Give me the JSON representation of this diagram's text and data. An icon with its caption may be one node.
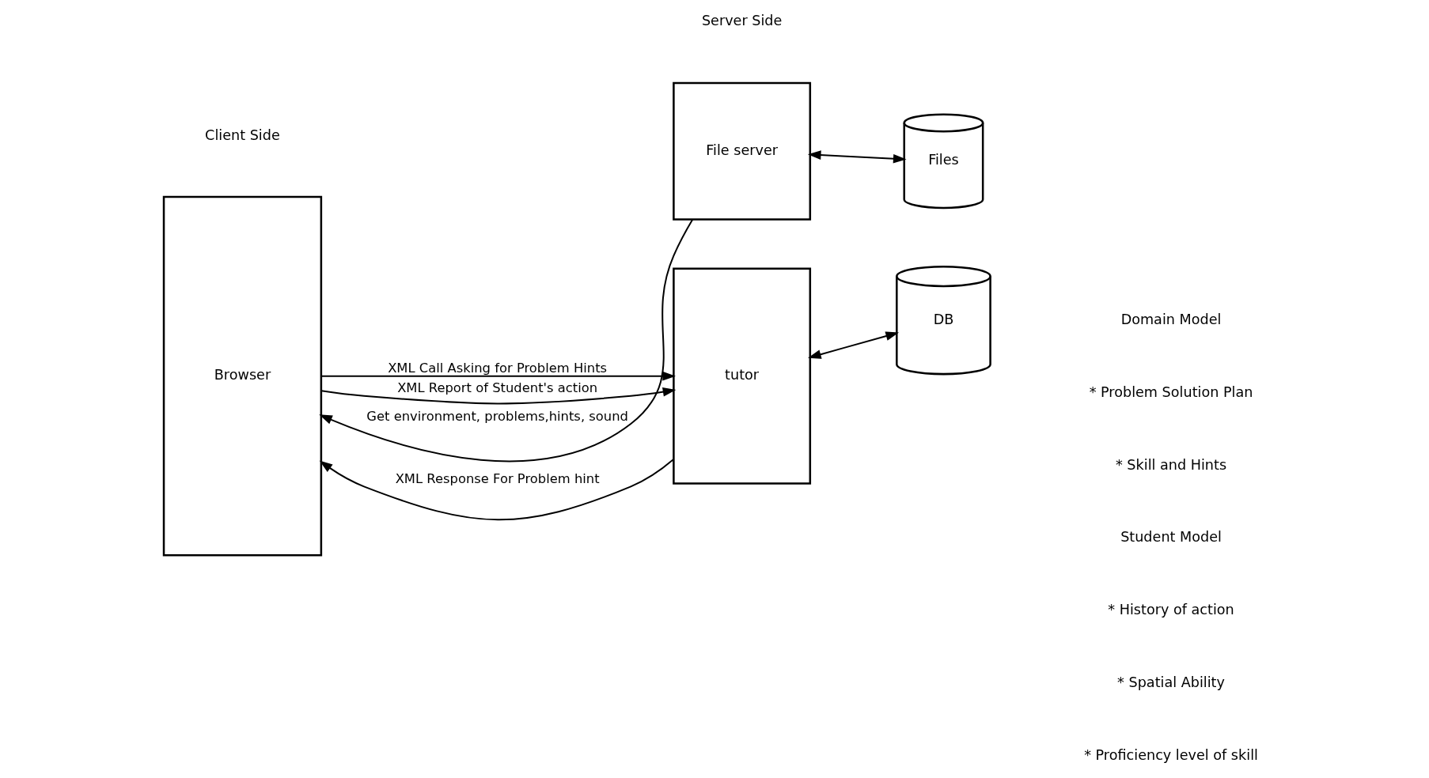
{
  "diagram": {
    "nodes": [
      {
        "text": [
          "Browser"
        ]
      },
      {
        "text": [
          "File server"
        ]
      },
      {
        "text": [
          "Files"
        ]
      },
      {
        "text": [
          "tutor"
        ]
      },
      {
        "text": [
          "DB"
        ]
      }
    ],
    "edges": [
      {
        "from": 1,
        "to": 0,
        "arrow": "to",
        "label": "Get environment, problems,hints, sound"
      },
      {
        "from": 1,
        "to": 2,
        "arrow": "both"
      },
      {
        "from": 0,
        "to": 3,
        "arrow": "to",
        "label": "XML Call Asking for Problem Hints"
      },
      {
        "from": 3,
        "to": 0,
        "arrow": "to",
        "label": "XML Response For Problem hint"
      },
      {
        "from": 0,
        "to": 3,
        "arrow": "to",
        "label": "XML Report of Student's action"
      },
      {
        "from": 3,
        "to": 4,
        "arrow": "both"
      }
    ],
    "labels": [
      "Client Side",
      "Server Side",
      "Domain Model",
      "* Problem Solution Plan",
      "* Skill and Hints",
      "Student Model",
      "* History of action",
      "* Spatial Ability",
      "* Proficiency level of skill"
    ]
  }
}
